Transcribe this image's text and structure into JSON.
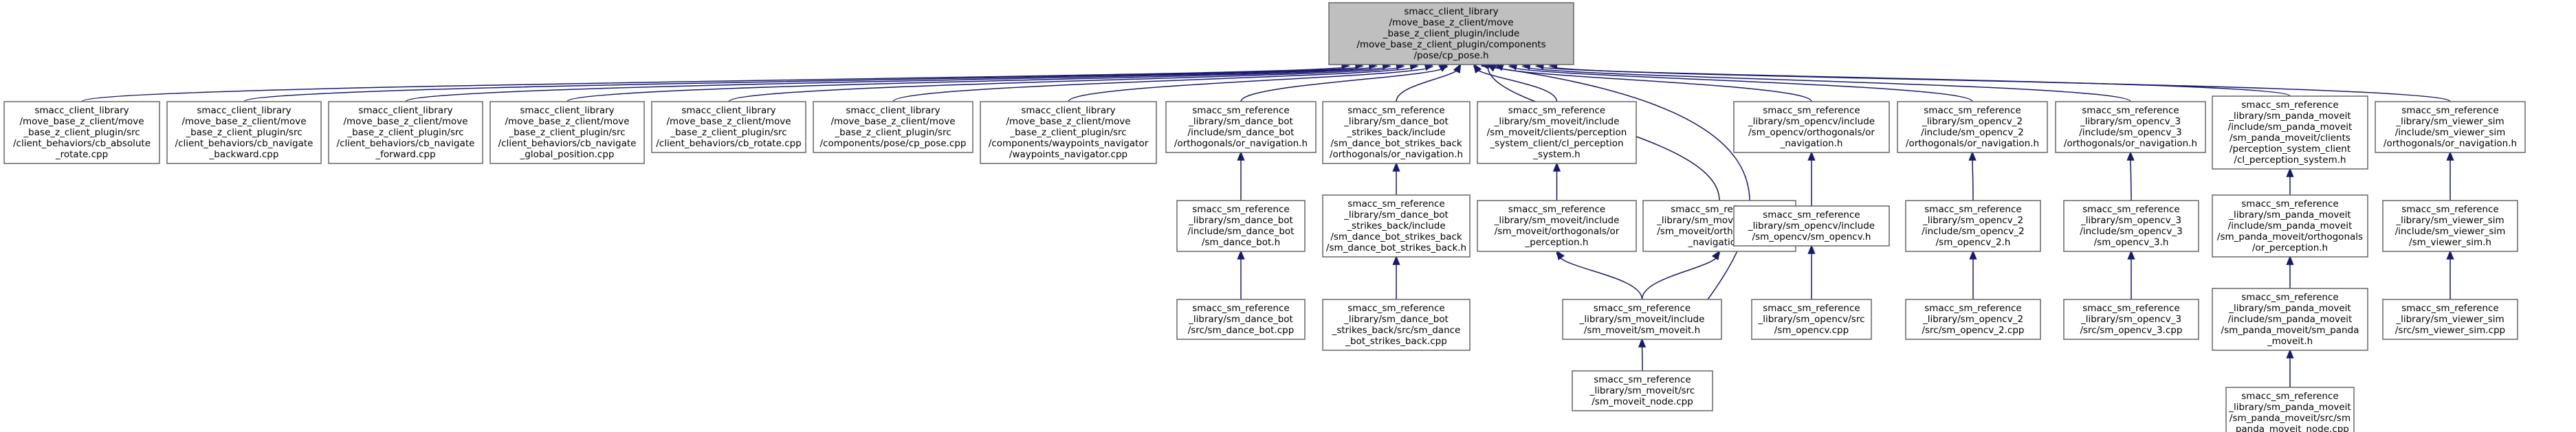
{
  "nodes": {
    "root": {
      "lines": [
        "smacc_client_library",
        "/move_base_z_client/move",
        "_base_z_client_plugin/include",
        "/move_base_z_client_plugin/components",
        "/pose/cp_pose.h"
      ]
    },
    "cb_absolute_rotate": {
      "lines": [
        "smacc_client_library",
        "/move_base_z_client/move",
        "_base_z_client_plugin/src",
        "/client_behaviors/cb_absolute",
        "_rotate.cpp"
      ]
    },
    "cb_navigate_backward": {
      "lines": [
        "smacc_client_library",
        "/move_base_z_client/move",
        "_base_z_client_plugin/src",
        "/client_behaviors/cb_navigate",
        "_backward.cpp"
      ]
    },
    "cb_navigate_forward": {
      "lines": [
        "smacc_client_library",
        "/move_base_z_client/move",
        "_base_z_client_plugin/src",
        "/client_behaviors/cb_navigate",
        "_forward.cpp"
      ]
    },
    "cb_navigate_global_position": {
      "lines": [
        "smacc_client_library",
        "/move_base_z_client/move",
        "_base_z_client_plugin/src",
        "/client_behaviors/cb_navigate",
        "_global_position.cpp"
      ]
    },
    "cb_rotate": {
      "lines": [
        "smacc_client_library",
        "/move_base_z_client/move",
        "_base_z_client_plugin/src",
        "/client_behaviors/cb_rotate.cpp"
      ]
    },
    "cp_pose_cpp": {
      "lines": [
        "smacc_client_library",
        "/move_base_z_client/move",
        "_base_z_client_plugin/src",
        "/components/pose/cp_pose.cpp"
      ]
    },
    "waypoints_navigator": {
      "lines": [
        "smacc_client_library",
        "/move_base_z_client/move",
        "_base_z_client_plugin/src",
        "/components/waypoints_navigator",
        "/waypoints_navigator.cpp"
      ]
    },
    "dance_or_navigation": {
      "lines": [
        "smacc_sm_reference",
        "_library/sm_dance_bot",
        "/include/sm_dance_bot",
        "/orthogonals/or_navigation.h"
      ]
    },
    "strikes_or_navigation": {
      "lines": [
        "smacc_sm_reference",
        "_library/sm_dance_bot",
        "_strikes_back/include",
        "/sm_dance_bot_strikes_back",
        "/orthogonals/or_navigation.h"
      ]
    },
    "moveit_cl_perception": {
      "lines": [
        "smacc_sm_reference",
        "_library/sm_moveit/include",
        "/sm_moveit/clients/perception",
        "_system_client/cl_perception",
        "_system.h"
      ]
    },
    "opencv_or_navigation": {
      "lines": [
        "smacc_sm_reference",
        "_library/sm_opencv/include",
        "/sm_opencv/orthogonals/or",
        "_navigation.h"
      ]
    },
    "opencv2_or_navigation": {
      "lines": [
        "smacc_sm_reference",
        "_library/sm_opencv_2",
        "/include/sm_opencv_2",
        "/orthogonals/or_navigation.h"
      ]
    },
    "opencv3_or_navigation": {
      "lines": [
        "smacc_sm_reference",
        "_library/sm_opencv_3",
        "/include/sm_opencv_3",
        "/orthogonals/or_navigation.h"
      ]
    },
    "panda_cl_perception": {
      "lines": [
        "smacc_sm_reference",
        "_library/sm_panda_moveit",
        "/include/sm_panda_moveit",
        "/sm_panda_moveit/clients",
        "/perception_system_client",
        "/cl_perception_system.h"
      ]
    },
    "viewer_or_navigation": {
      "lines": [
        "smacc_sm_reference",
        "_library/sm_viewer_sim",
        "/include/sm_viewer_sim",
        "/orthogonals/or_navigation.h"
      ]
    },
    "dance_bot_h": {
      "lines": [
        "smacc_sm_reference",
        "_library/sm_dance_bot",
        "/include/sm_dance_bot",
        "/sm_dance_bot.h"
      ]
    },
    "strikes_back_h": {
      "lines": [
        "smacc_sm_reference",
        "_library/sm_dance_bot",
        "_strikes_back/include",
        "/sm_dance_bot_strikes_back",
        "/sm_dance_bot_strikes_back.h"
      ]
    },
    "moveit_or_perception": {
      "lines": [
        "smacc_sm_reference",
        "_library/sm_moveit/include",
        "/sm_moveit/orthogonals/or",
        "_perception.h"
      ]
    },
    "moveit_or_navigation": {
      "lines": [
        "smacc_sm_reference",
        "_library/sm_moveit/include",
        "/sm_moveit/orthogonals/or",
        "_navigation.h"
      ]
    },
    "opencv_h": {
      "lines": [
        "smacc_sm_reference",
        "_library/sm_opencv/include",
        "/sm_opencv/sm_opencv.h"
      ]
    },
    "opencv2_h": {
      "lines": [
        "smacc_sm_reference",
        "_library/sm_opencv_2",
        "/include/sm_opencv_2",
        "/sm_opencv_2.h"
      ]
    },
    "opencv3_h": {
      "lines": [
        "smacc_sm_reference",
        "_library/sm_opencv_3",
        "/include/sm_opencv_3",
        "/sm_opencv_3.h"
      ]
    },
    "panda_or_perception": {
      "lines": [
        "smacc_sm_reference",
        "_library/sm_panda_moveit",
        "/include/sm_panda_moveit",
        "/sm_panda_moveit/orthogonals",
        "/or_perception.h"
      ]
    },
    "viewer_sim_h": {
      "lines": [
        "smacc_sm_reference",
        "_library/sm_viewer_sim",
        "/include/sm_viewer_sim",
        "/sm_viewer_sim.h"
      ]
    },
    "dance_bot_cpp": {
      "lines": [
        "smacc_sm_reference",
        "_library/sm_dance_bot",
        "/src/sm_dance_bot.cpp"
      ]
    },
    "strikes_back_cpp": {
      "lines": [
        "smacc_sm_reference",
        "_library/sm_dance_bot",
        "_strikes_back/src/sm_dance",
        "_bot_strikes_back.cpp"
      ]
    },
    "moveit_h": {
      "lines": [
        "smacc_sm_reference",
        "_library/sm_moveit/include",
        "/sm_moveit/sm_moveit.h"
      ]
    },
    "opencv_cpp": {
      "lines": [
        "smacc_sm_reference",
        "_library/sm_opencv/src",
        "/sm_opencv.cpp"
      ]
    },
    "opencv2_cpp": {
      "lines": [
        "smacc_sm_reference",
        "_library/sm_opencv_2",
        "/src/sm_opencv_2.cpp"
      ]
    },
    "opencv3_cpp": {
      "lines": [
        "smacc_sm_reference",
        "_library/sm_opencv_3",
        "/src/sm_opencv_3.cpp"
      ]
    },
    "panda_moveit_h": {
      "lines": [
        "smacc_sm_reference",
        "_library/sm_panda_moveit",
        "/include/sm_panda_moveit",
        "/sm_panda_moveit/sm_panda",
        "_moveit.h"
      ]
    },
    "viewer_sim_cpp": {
      "lines": [
        "smacc_sm_reference",
        "_library/sm_viewer_sim",
        "/src/sm_viewer_sim.cpp"
      ]
    },
    "moveit_node_cpp": {
      "lines": [
        "smacc_sm_reference",
        "_library/sm_moveit/src",
        "/sm_moveit_node.cpp"
      ]
    },
    "panda_moveit_node_cpp": {
      "lines": [
        "smacc_sm_reference",
        "_library/sm_panda_moveit",
        "/sm_panda_moveit/src/sm",
        "_panda_moveit_node.cpp"
      ]
    }
  },
  "edges": [
    [
      "cb_absolute_rotate",
      "root"
    ],
    [
      "cb_navigate_backward",
      "root"
    ],
    [
      "cb_navigate_forward",
      "root"
    ],
    [
      "cb_navigate_global_position",
      "root"
    ],
    [
      "cb_rotate",
      "root"
    ],
    [
      "cp_pose_cpp",
      "root"
    ],
    [
      "waypoints_navigator",
      "root"
    ],
    [
      "dance_or_navigation",
      "root"
    ],
    [
      "strikes_or_navigation",
      "root"
    ],
    [
      "moveit_cl_perception",
      "root"
    ],
    [
      "moveit_h",
      "root"
    ],
    [
      "moveit_or_navigation",
      "root"
    ],
    [
      "opencv_or_navigation",
      "root"
    ],
    [
      "opencv2_or_navigation",
      "root"
    ],
    [
      "opencv3_or_navigation",
      "root"
    ],
    [
      "panda_cl_perception",
      "root"
    ],
    [
      "viewer_or_navigation",
      "root"
    ],
    [
      "dance_bot_h",
      "dance_or_navigation"
    ],
    [
      "dance_bot_cpp",
      "dance_bot_h"
    ],
    [
      "strikes_back_h",
      "strikes_or_navigation"
    ],
    [
      "strikes_back_cpp",
      "strikes_back_h"
    ],
    [
      "moveit_or_perception",
      "moveit_cl_perception"
    ],
    [
      "moveit_h",
      "moveit_or_perception"
    ],
    [
      "moveit_h",
      "moveit_or_navigation"
    ],
    [
      "moveit_node_cpp",
      "moveit_h"
    ],
    [
      "opencv_h",
      "opencv_or_navigation"
    ],
    [
      "opencv_cpp",
      "opencv_h"
    ],
    [
      "opencv2_h",
      "opencv2_or_navigation"
    ],
    [
      "opencv2_cpp",
      "opencv2_h"
    ],
    [
      "opencv3_h",
      "opencv3_or_navigation"
    ],
    [
      "opencv3_cpp",
      "opencv3_h"
    ],
    [
      "panda_or_perception",
      "panda_cl_perception"
    ],
    [
      "panda_moveit_h",
      "panda_or_perception"
    ],
    [
      "panda_moveit_node_cpp",
      "panda_moveit_h"
    ],
    [
      "viewer_sim_h",
      "viewer_or_navigation"
    ],
    [
      "viewer_sim_cpp",
      "viewer_sim_h"
    ]
  ]
}
